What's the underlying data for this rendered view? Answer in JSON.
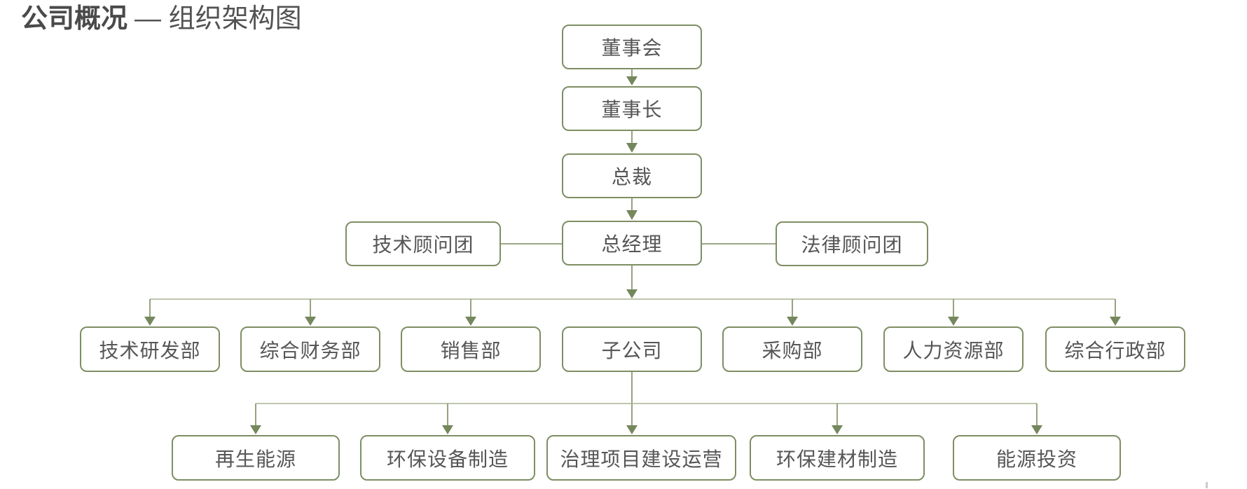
{
  "title": {
    "bold": "公司概况",
    "rest": "— 组织架构图"
  },
  "colors": {
    "box_border": "#7E8E63",
    "arrow_fill": "#75875C",
    "connector_dark": "#7C8C61",
    "connector_light": "#A9B493",
    "node_text": "#565656",
    "title_text": "#4A4A4A",
    "background": "#FFFFFF"
  },
  "org": {
    "board": {
      "label": "董事会"
    },
    "chairman": {
      "label": "董事长"
    },
    "president": {
      "label": "总裁"
    },
    "general_manager": {
      "label": "总经理"
    },
    "advisors": {
      "technical": {
        "label": "技术顾问团"
      },
      "legal": {
        "label": "法律顾问团"
      }
    },
    "departments": [
      {
        "label": "技术研发部"
      },
      {
        "label": "综合财务部"
      },
      {
        "label": "销售部"
      },
      {
        "label": "子公司"
      },
      {
        "label": "采购部"
      },
      {
        "label": "人力资源部"
      },
      {
        "label": "综合行政部"
      }
    ],
    "subsidiaries": [
      {
        "label": "再生能源"
      },
      {
        "label": "环保设备制造"
      },
      {
        "label": "治理项目建设运营"
      },
      {
        "label": "环保建材制造"
      },
      {
        "label": "能源投资"
      }
    ]
  }
}
